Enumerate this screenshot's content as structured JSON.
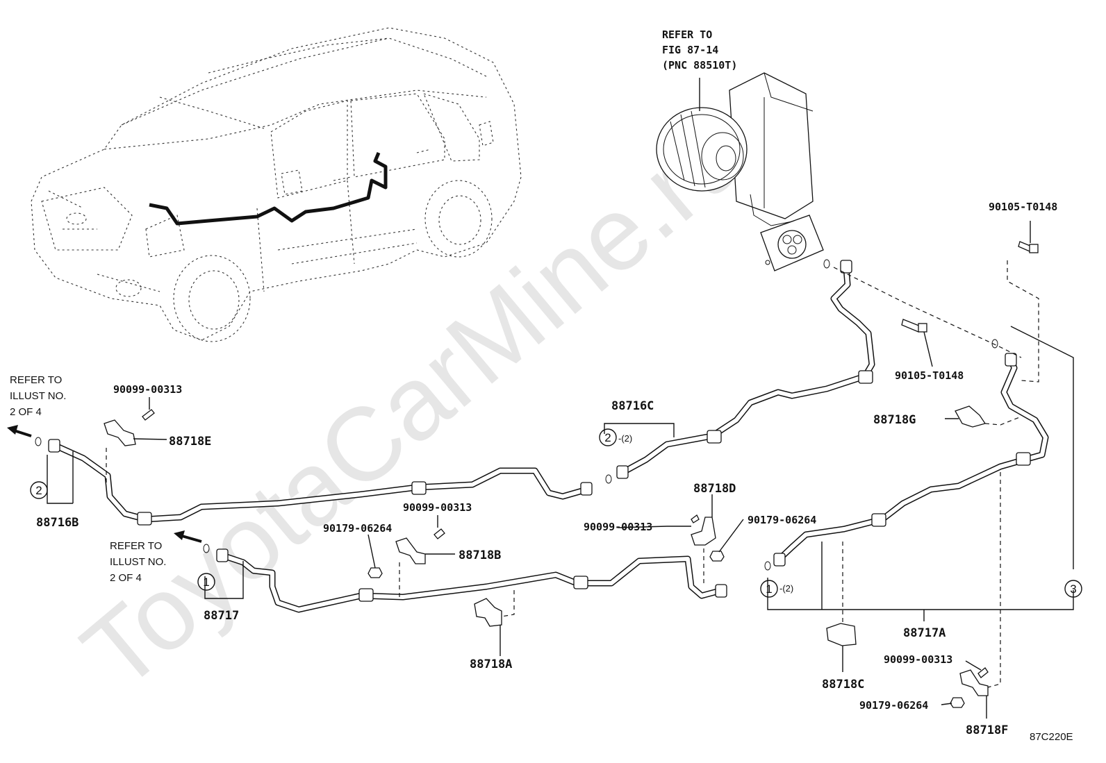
{
  "watermark": "ToyotaCarMine.ru",
  "figure_code": "87C220E",
  "refer_blower": {
    "line1": "REFER TO",
    "line2": "FIG 87-14",
    "line3": "(PNC 88510T)"
  },
  "refer_left_top": {
    "line1": "REFER TO",
    "line2": "ILLUST NO.",
    "line3": "2 OF 4"
  },
  "refer_left_mid": {
    "line1": "REFER TO",
    "line2": "ILLUST NO.",
    "line3": "2 OF 4"
  },
  "callouts": {
    "c1": "1",
    "c2": "2",
    "c3": "3",
    "qty2": "-(2)"
  },
  "parts": {
    "p88716B": "88716B",
    "p88716C": "88716C",
    "p88717": "88717",
    "p88717A": "88717A",
    "p88718A": "88718A",
    "p88718B": "88718B",
    "p88718C": "88718C",
    "p88718D": "88718D",
    "p88718E": "88718E",
    "p88718F": "88718F",
    "p88718G": "88718G",
    "bolt_00313_a": "90099-00313",
    "bolt_00313_b": "90099-00313",
    "bolt_00313_c": "90099-00313",
    "bolt_00313_d": "90099-00313",
    "nut_06264_a": "90179-06264",
    "nut_06264_b": "90179-06264",
    "nut_06264_c": "90179-06264",
    "bolt_t0148_a": "90105-T0148",
    "bolt_t0148_b": "90105-T0148"
  },
  "colors": {
    "ink": "#111111",
    "paper": "#ffffff",
    "watermark": "#e6e6e6"
  }
}
